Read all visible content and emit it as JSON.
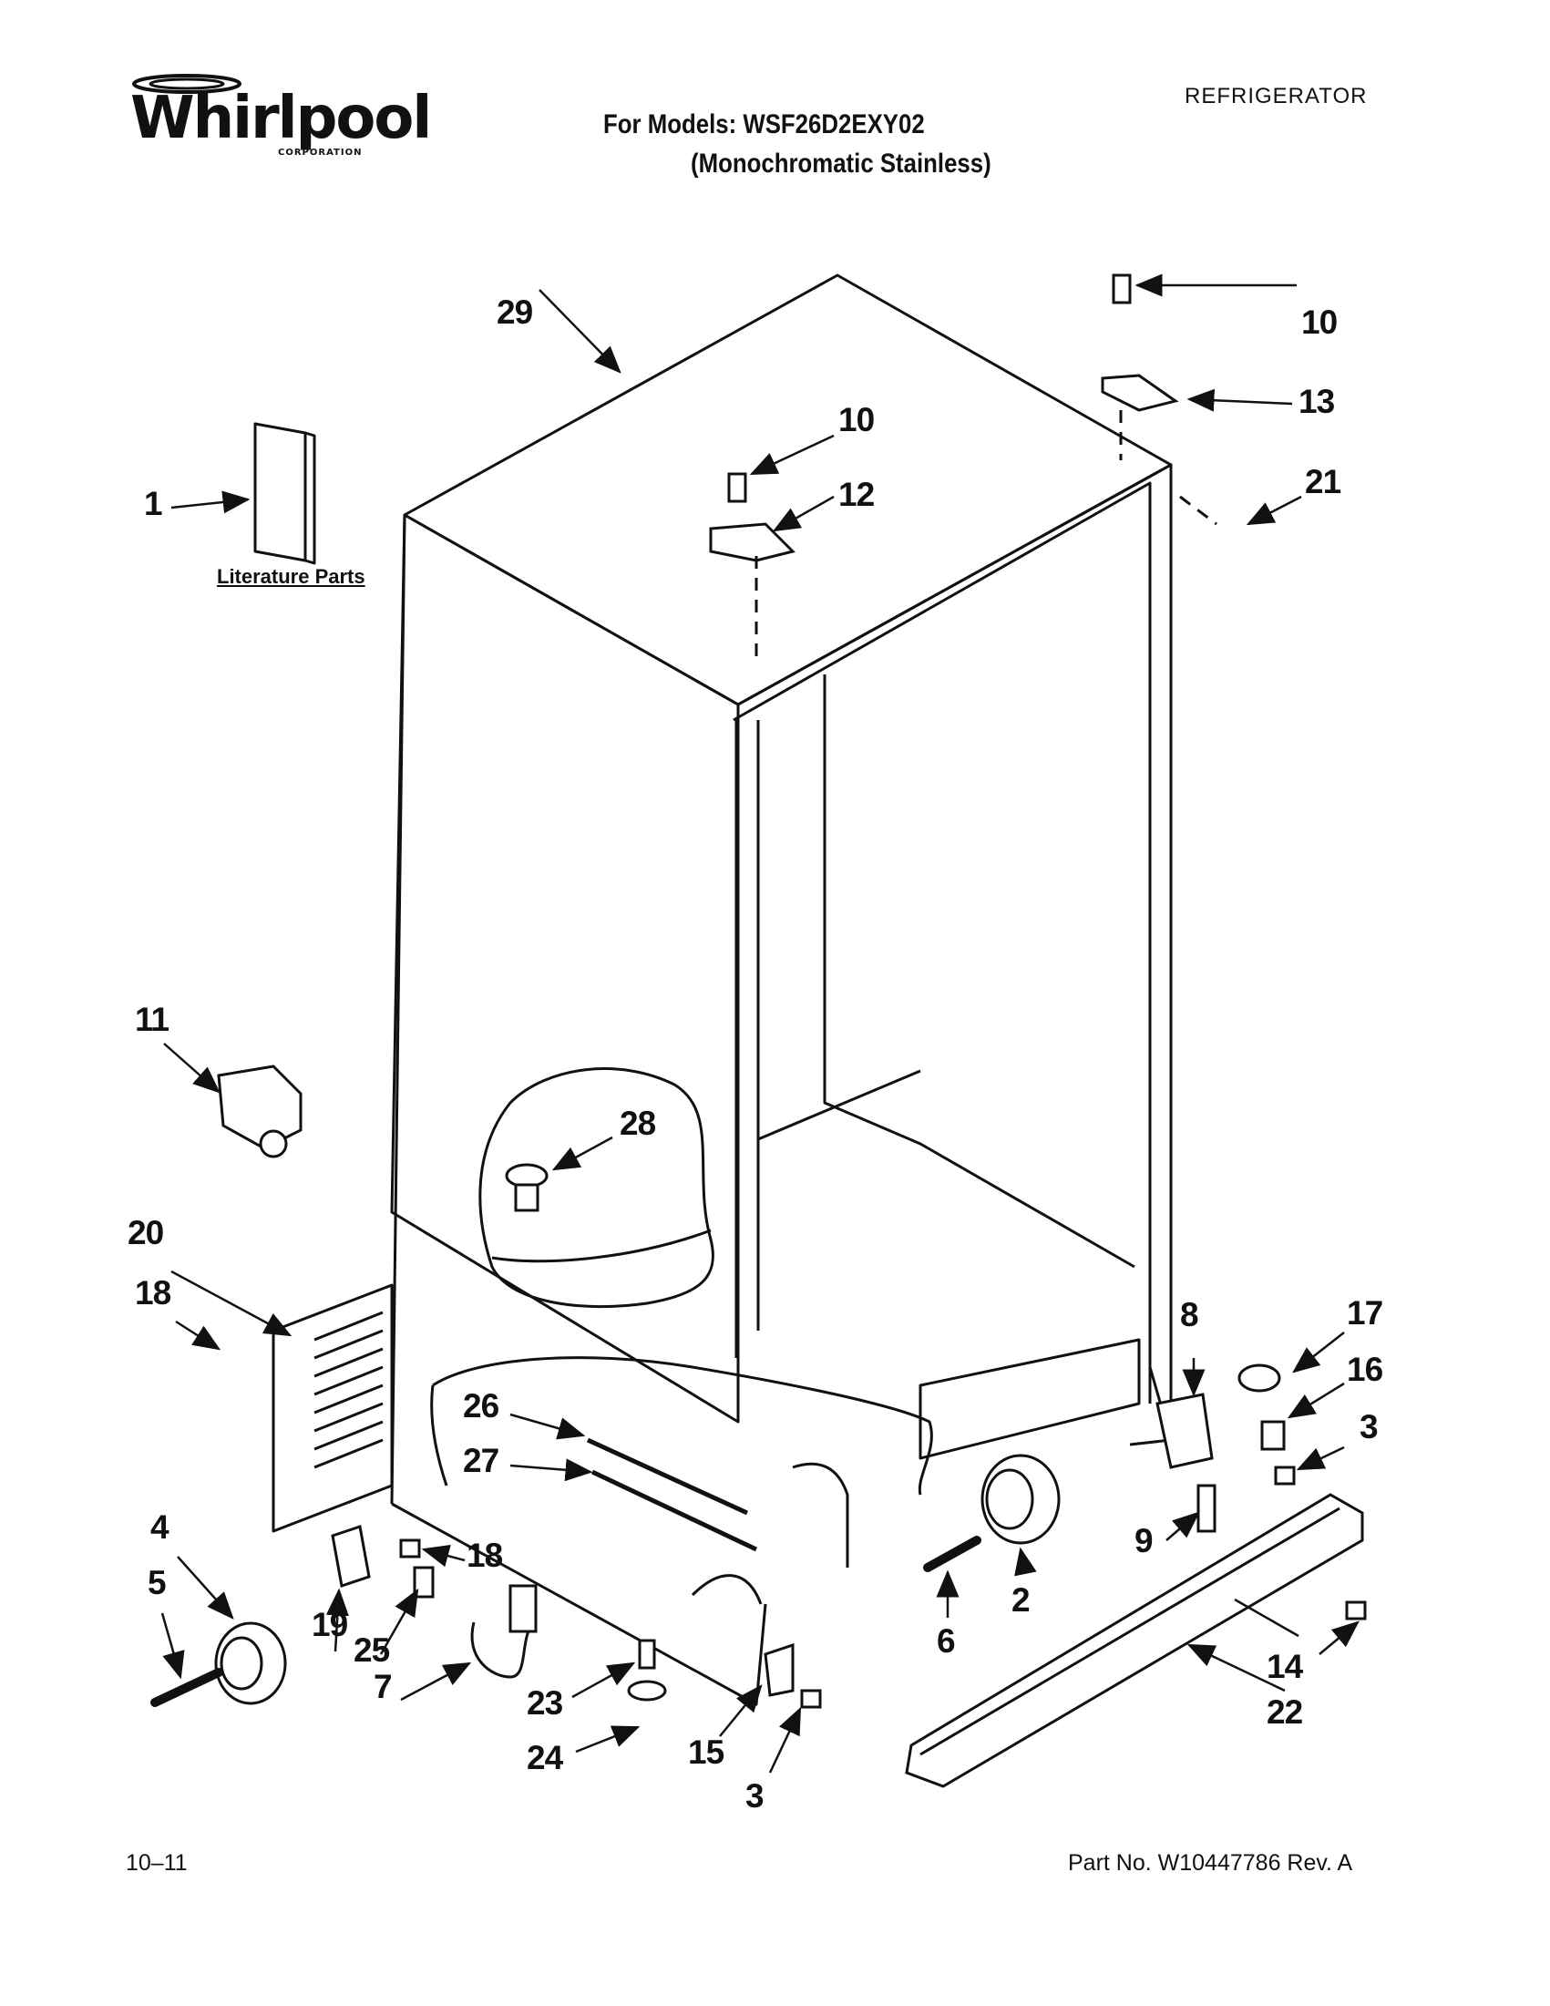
{
  "header": {
    "brand": "Whirlpool",
    "brand_sub": "CORPORATION",
    "category": "REFRIGERATOR",
    "models": "For Models: WSF26D2EXY02",
    "variant": "(Monochromatic Stainless)"
  },
  "diagram": {
    "literature_label": "Literature Parts",
    "callouts": [
      {
        "id": "c29",
        "label": "29"
      },
      {
        "id": "c10a",
        "label": "10"
      },
      {
        "id": "c13",
        "label": "13"
      },
      {
        "id": "c10b",
        "label": "10"
      },
      {
        "id": "c12",
        "label": "12"
      },
      {
        "id": "c21",
        "label": "21"
      },
      {
        "id": "c1",
        "label": "1"
      },
      {
        "id": "c11",
        "label": "11"
      },
      {
        "id": "c28",
        "label": "28"
      },
      {
        "id": "c20",
        "label": "20"
      },
      {
        "id": "c18a",
        "label": "18"
      },
      {
        "id": "c8",
        "label": "8"
      },
      {
        "id": "c17",
        "label": "17"
      },
      {
        "id": "c16",
        "label": "16"
      },
      {
        "id": "c3a",
        "label": "3"
      },
      {
        "id": "c26",
        "label": "26"
      },
      {
        "id": "c27",
        "label": "27"
      },
      {
        "id": "c4",
        "label": "4"
      },
      {
        "id": "c5",
        "label": "5"
      },
      {
        "id": "c19",
        "label": "19"
      },
      {
        "id": "c18b",
        "label": "18"
      },
      {
        "id": "c25",
        "label": "25"
      },
      {
        "id": "c7",
        "label": "7"
      },
      {
        "id": "c23",
        "label": "23"
      },
      {
        "id": "c24",
        "label": "24"
      },
      {
        "id": "c15",
        "label": "15"
      },
      {
        "id": "c3b",
        "label": "3"
      },
      {
        "id": "c6",
        "label": "6"
      },
      {
        "id": "c2",
        "label": "2"
      },
      {
        "id": "c9",
        "label": "9"
      },
      {
        "id": "c14",
        "label": "14"
      },
      {
        "id": "c22",
        "label": "22"
      }
    ]
  },
  "footer": {
    "date": "10–11",
    "part_no": "Part No. W10447786 Rev. A"
  }
}
